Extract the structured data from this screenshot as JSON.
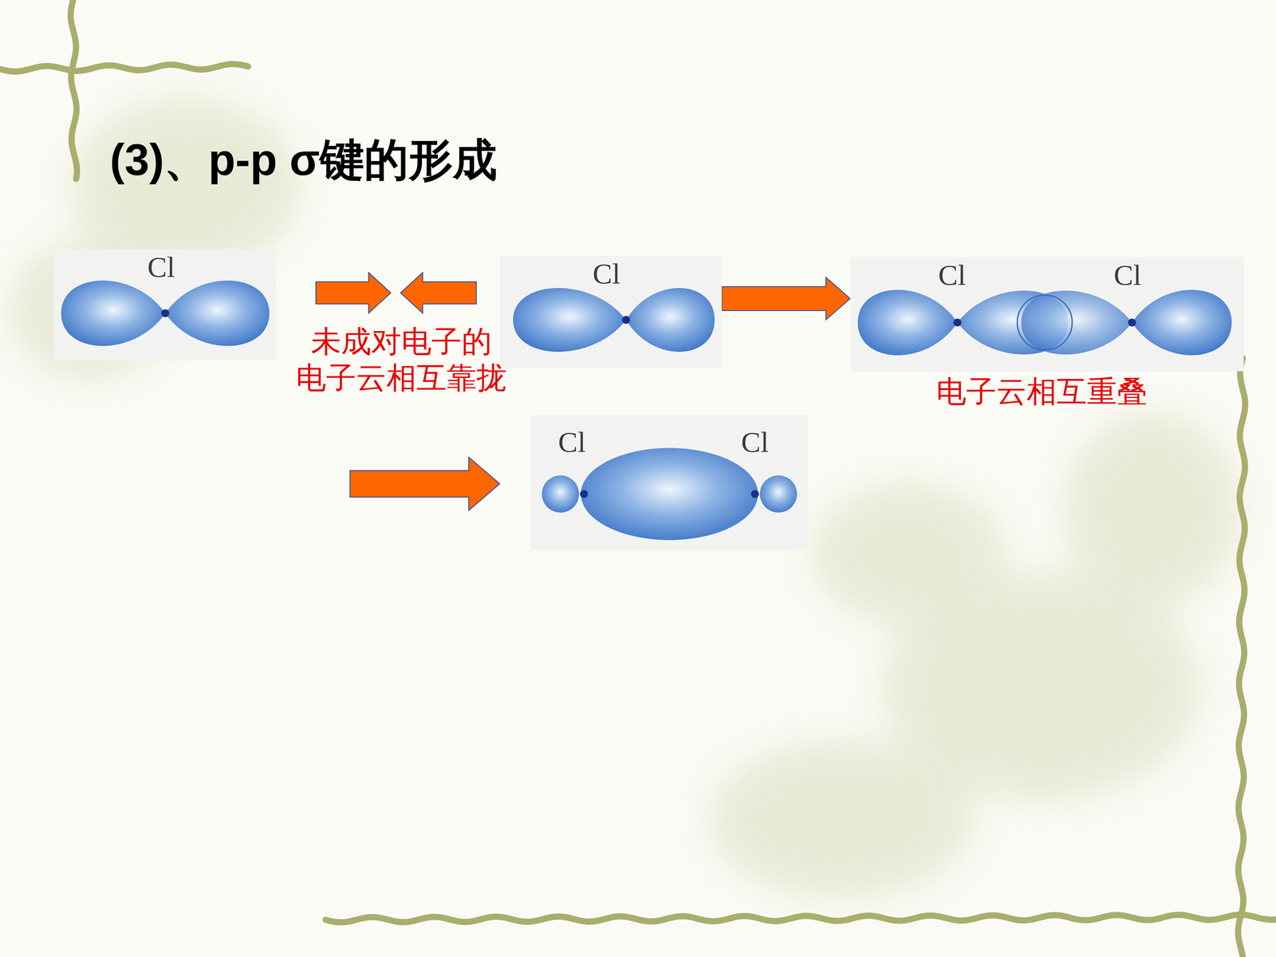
{
  "diagram": {
    "title": "(3)、p-p σ键的形成",
    "nodes": [
      {
        "text": [
          "Cl"
        ]
      },
      {
        "text": [
          "Cl"
        ]
      },
      {
        "text": [
          "Cl",
          "Cl"
        ]
      },
      {
        "text": [
          "Cl",
          "Cl"
        ]
      }
    ],
    "edges": [
      {
        "from": 1,
        "to": 2,
        "arrow": "to"
      }
    ],
    "labels": [
      "未成对电子的 电子云相互靠拢",
      "电子云相互重叠"
    ]
  }
}
